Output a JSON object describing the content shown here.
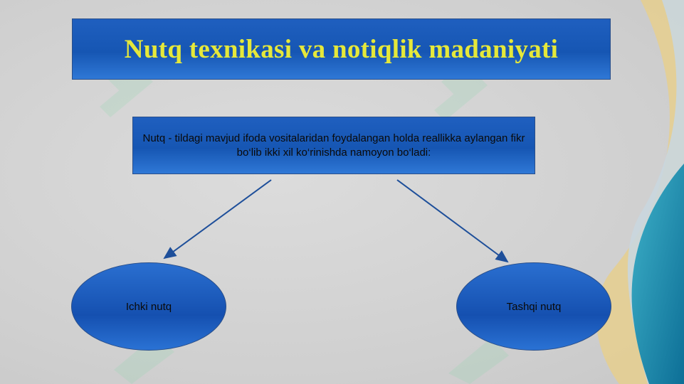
{
  "slide": {
    "title": "Nutq texnikasi va notiqlik madaniyati",
    "definition": "Nutq - tildagi mavjud ifoda vositalaridan foydalangan holda reallikka aylangan fikr bo‘lib ikki xil ko‘rinishda namoyon bo‘ladi:",
    "branches": [
      "Ichki nutq",
      "Tashqi nutq"
    ]
  },
  "colors": {
    "box_fill": "#1656b3",
    "title_text": "#e5e83a",
    "arrow": "#1e4f9a",
    "background": "#d3d3d3",
    "accent_gold": "#d8b45a",
    "accent_teal": "#1b8fb0"
  }
}
